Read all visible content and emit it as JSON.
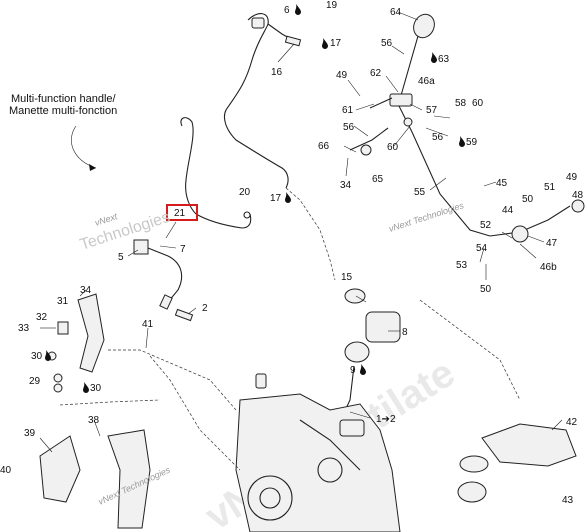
{
  "caption": {
    "line1": "Multi-function handle/",
    "line2": "Manette multi-fonction"
  },
  "highlight_callout": "21",
  "watermark": {
    "line1": "vNext",
    "line2": "Technologies",
    "brand": "vNext Technologies",
    "big": "vNext Ventilate"
  },
  "callouts": [
    {
      "id": "c19",
      "text": "19"
    },
    {
      "id": "c6",
      "text": "6"
    },
    {
      "id": "c17a",
      "text": "17"
    },
    {
      "id": "c16",
      "text": "16"
    },
    {
      "id": "c64",
      "text": "64"
    },
    {
      "id": "c56a",
      "text": "56"
    },
    {
      "id": "c63",
      "text": "63"
    },
    {
      "id": "c49",
      "text": "49"
    },
    {
      "id": "c62",
      "text": "62"
    },
    {
      "id": "c46a",
      "text": "46a"
    },
    {
      "id": "c61",
      "text": "61"
    },
    {
      "id": "c57",
      "text": "57"
    },
    {
      "id": "c58",
      "text": "58"
    },
    {
      "id": "c60a",
      "text": "60"
    },
    {
      "id": "c56b",
      "text": "56"
    },
    {
      "id": "c56c",
      "text": "56"
    },
    {
      "id": "c59",
      "text": "59"
    },
    {
      "id": "c66",
      "text": "66"
    },
    {
      "id": "c60b",
      "text": "60"
    },
    {
      "id": "c34a",
      "text": "34"
    },
    {
      "id": "c65",
      "text": "65"
    },
    {
      "id": "c17b",
      "text": "17"
    },
    {
      "id": "c20",
      "text": "20"
    },
    {
      "id": "c55",
      "text": "55"
    },
    {
      "id": "c45",
      "text": "45"
    },
    {
      "id": "c51",
      "text": "51"
    },
    {
      "id": "c49b",
      "text": "49"
    },
    {
      "id": "c48",
      "text": "48"
    },
    {
      "id": "c50a",
      "text": "50"
    },
    {
      "id": "c44",
      "text": "44"
    },
    {
      "id": "c52",
      "text": "52"
    },
    {
      "id": "c54",
      "text": "54"
    },
    {
      "id": "c47",
      "text": "47"
    },
    {
      "id": "c53",
      "text": "53"
    },
    {
      "id": "c46b",
      "text": "46b"
    },
    {
      "id": "c50b",
      "text": "50"
    },
    {
      "id": "c7",
      "text": "7"
    },
    {
      "id": "c5",
      "text": "5"
    },
    {
      "id": "c34b",
      "text": "34"
    },
    {
      "id": "c31",
      "text": "31"
    },
    {
      "id": "c32",
      "text": "32"
    },
    {
      "id": "c33",
      "text": "33"
    },
    {
      "id": "c30a",
      "text": "30"
    },
    {
      "id": "c29",
      "text": "29"
    },
    {
      "id": "c30b",
      "text": "30"
    },
    {
      "id": "c41",
      "text": "41"
    },
    {
      "id": "c2",
      "text": "2"
    },
    {
      "id": "c15",
      "text": "15"
    },
    {
      "id": "c8",
      "text": "8"
    },
    {
      "id": "c9",
      "text": "9"
    },
    {
      "id": "c1to2",
      "text": "1➔2"
    },
    {
      "id": "c42",
      "text": "42"
    },
    {
      "id": "c39",
      "text": "39"
    },
    {
      "id": "c38",
      "text": "38"
    },
    {
      "id": "c40",
      "text": "40"
    },
    {
      "id": "c43",
      "text": "43"
    }
  ]
}
